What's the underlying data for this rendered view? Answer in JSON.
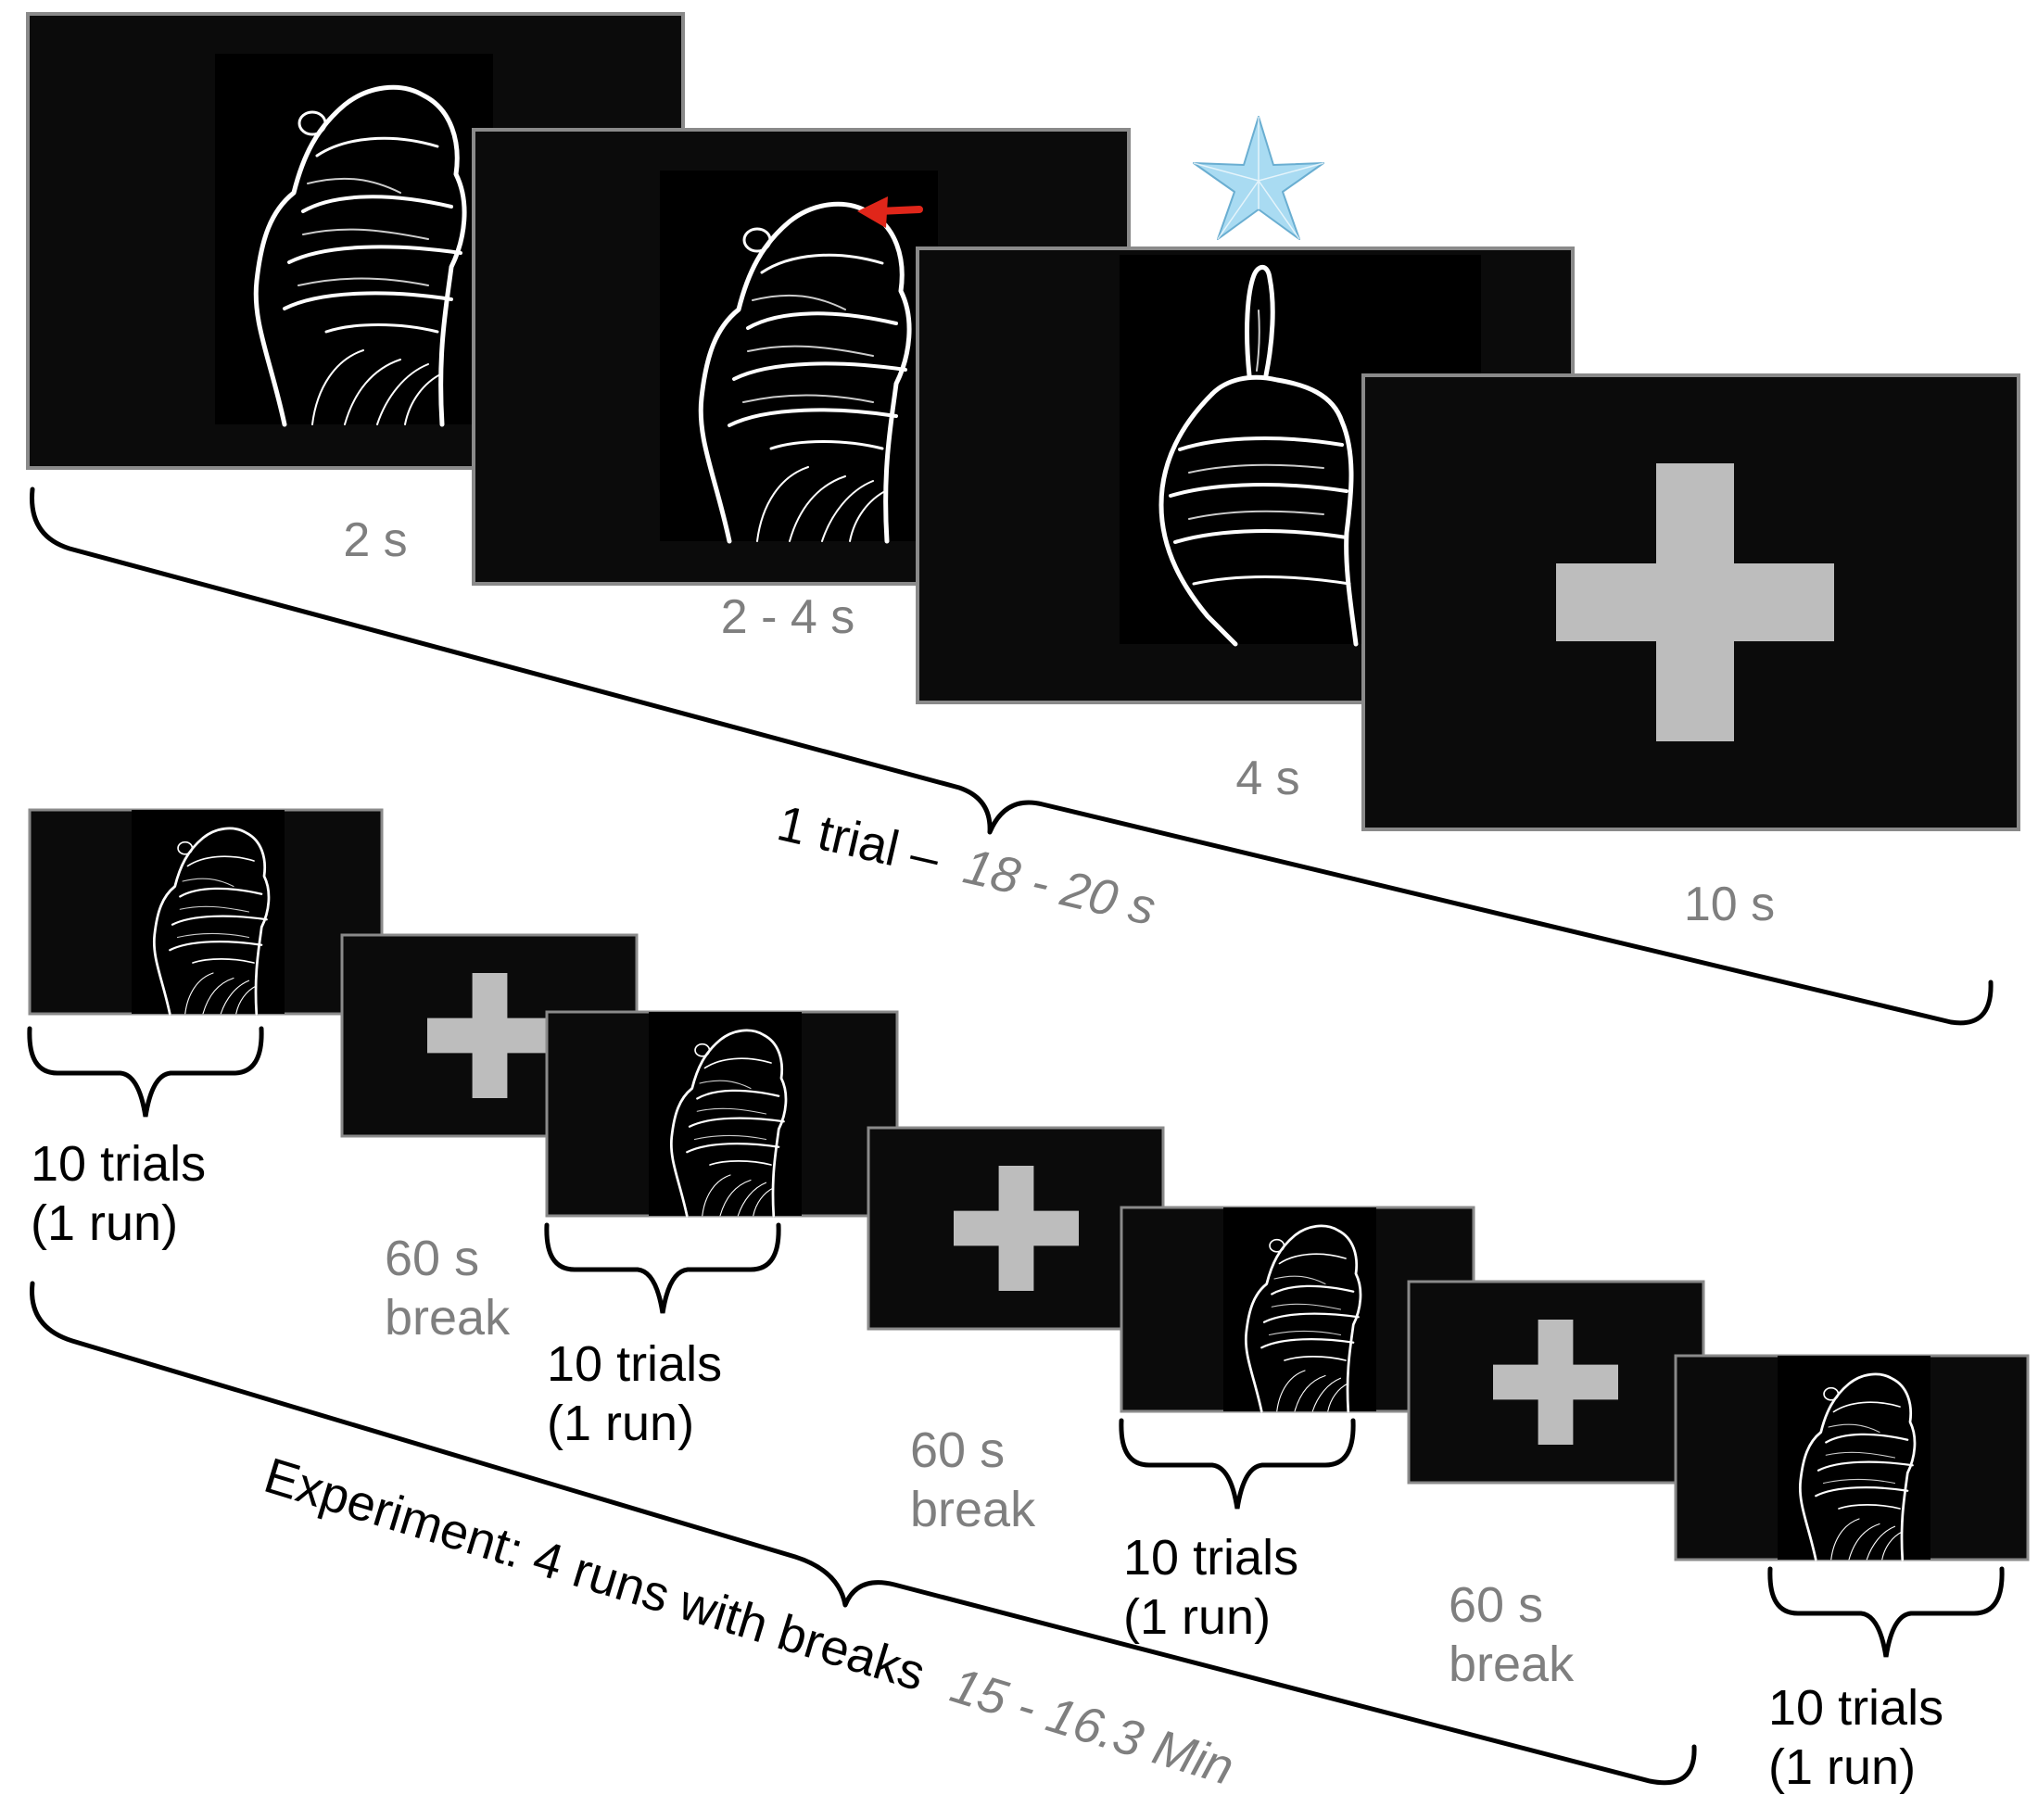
{
  "trial": {
    "durations": [
      "2 s",
      "2 - 4 s",
      "4 s",
      "10 s"
    ],
    "trial_label": "1 trial –",
    "trial_duration": "18 - 20 s"
  },
  "experiment": {
    "runs_label": [
      "10 trials",
      "(1 run)"
    ],
    "break_label": [
      "60 s",
      "break"
    ],
    "summary_label": "Experiment: 4 runs with breaks",
    "summary_duration": "15 - 16.3 Min"
  },
  "colors": {
    "screen_bg": "#0b0b0b",
    "screen_border": "#8a8a8a",
    "fixation_cross": "#bdbdbd",
    "cue_arrow": "#e0261a",
    "reward_star": "#a9dbf2",
    "text_gray": "#7f7f7f",
    "text_black": "#000000"
  },
  "icons": [
    "fist-hand-image",
    "thumbs-up-hand-image",
    "red-arrow-icon",
    "star-icon",
    "fixation-cross-icon",
    "curly-brace"
  ]
}
